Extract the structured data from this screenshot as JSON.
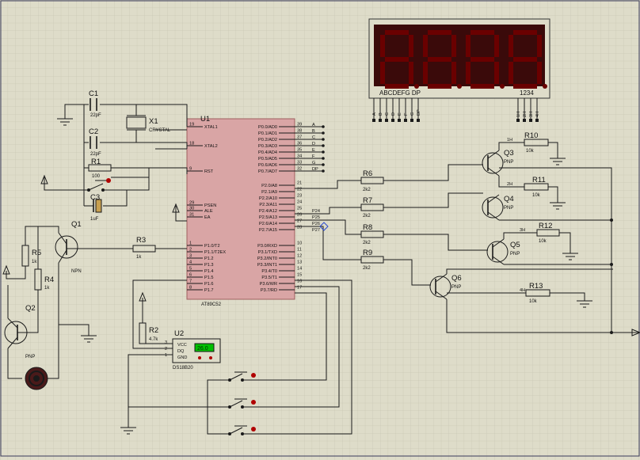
{
  "colors": {
    "background": "#dedcc9",
    "grid": "#c9c7b4",
    "ic_body": "#d9a5a5",
    "ic_border": "#a06060",
    "display_body": "#3a0a0a",
    "segment": "#5a0000",
    "wire": "#1a1a1a",
    "pin_dot": "#b00000",
    "lcd": "#00c000"
  },
  "mcu": {
    "ref": "U1",
    "part": "AT89C52",
    "left_pins": [
      {
        "num": "19",
        "name": "XTAL1"
      },
      {
        "num": "18",
        "name": "XTAL2"
      },
      {
        "num": "9",
        "name": "RST"
      },
      {
        "num": "29",
        "name": "PSEN"
      },
      {
        "num": "30",
        "name": "ALE"
      },
      {
        "num": "31",
        "name": "EA"
      },
      {
        "num": "1",
        "name": "P1.0/T2"
      },
      {
        "num": "2",
        "name": "P1.1/T2EX"
      },
      {
        "num": "3",
        "name": "P1.2"
      },
      {
        "num": "4",
        "name": "P1.3"
      },
      {
        "num": "5",
        "name": "P1.4"
      },
      {
        "num": "6",
        "name": "P1.5"
      },
      {
        "num": "7",
        "name": "P1.6"
      },
      {
        "num": "8",
        "name": "P1.7"
      }
    ],
    "right_pins": [
      {
        "num": "39",
        "name": "P0.0/AD0"
      },
      {
        "num": "38",
        "name": "P0.1/AD1"
      },
      {
        "num": "37",
        "name": "P0.2/AD2"
      },
      {
        "num": "36",
        "name": "P0.3/AD3"
      },
      {
        "num": "35",
        "name": "P0.4/AD4"
      },
      {
        "num": "34",
        "name": "P0.5/AD5"
      },
      {
        "num": "33",
        "name": "P0.6/AD6"
      },
      {
        "num": "32",
        "name": "P0.7/AD7"
      },
      {
        "num": "21",
        "name": "P2.0/A8"
      },
      {
        "num": "22",
        "name": "P2.1/A9"
      },
      {
        "num": "23",
        "name": "P2.2/A10"
      },
      {
        "num": "24",
        "name": "P2.3/A11"
      },
      {
        "num": "25",
        "name": "P2.4/A12"
      },
      {
        "num": "26",
        "name": "P2.5/A13"
      },
      {
        "num": "27",
        "name": "P2.6/A14"
      },
      {
        "num": "28",
        "name": "P2.7/A15"
      },
      {
        "num": "10",
        "name": "P3.0/RXD"
      },
      {
        "num": "11",
        "name": "P3.1/TXD"
      },
      {
        "num": "12",
        "name": "P3.2/INT0"
      },
      {
        "num": "13",
        "name": "P3.3/INT1"
      },
      {
        "num": "14",
        "name": "P3.4/T0"
      },
      {
        "num": "15",
        "name": "P3.5/T1"
      },
      {
        "num": "16",
        "name": "P3.6/WR"
      },
      {
        "num": "17",
        "name": "P3.7/RD"
      }
    ]
  },
  "bus_labels": [
    "A",
    "B",
    "C",
    "D",
    "E",
    "F",
    "G",
    "DP"
  ],
  "net_labels": {
    "p24": "P24",
    "p25": "P25",
    "p26": "P26",
    "p27": "P27",
    "h1": "1H",
    "h2": "2H",
    "h3": "3H",
    "h4": "4H"
  },
  "display": {
    "segments_label": "ABCDEFG DP",
    "digits_label": "1234",
    "pin_labels": [
      "A",
      "B",
      "C",
      "D",
      "E",
      "F",
      "G",
      "DP"
    ],
    "digit_pins": [
      "1H",
      "2H",
      "3H",
      "4H"
    ]
  },
  "components": {
    "c1": {
      "ref": "C1",
      "value": "22pF"
    },
    "c2": {
      "ref": "C2",
      "value": "22pF"
    },
    "c3": {
      "ref": "C3",
      "value": "1uF"
    },
    "x1": {
      "ref": "X1",
      "value": "CRYSTAL"
    },
    "r1": {
      "ref": "R1",
      "value": "100"
    },
    "r2": {
      "ref": "R2",
      "value": "4.7k"
    },
    "r3": {
      "ref": "R3",
      "value": "1k"
    },
    "r4": {
      "ref": "R4",
      "value": "1k"
    },
    "r5": {
      "ref": "R5",
      "value": "1k"
    },
    "r6": {
      "ref": "R6",
      "value": "2k2"
    },
    "r7": {
      "ref": "R7",
      "value": "2k2"
    },
    "r8": {
      "ref": "R8",
      "value": "2k2"
    },
    "r9": {
      "ref": "R9",
      "value": "2k2"
    },
    "r10": {
      "ref": "R10",
      "value": "10k"
    },
    "r11": {
      "ref": "R11",
      "value": "10k"
    },
    "r12": {
      "ref": "R12",
      "value": "10k"
    },
    "r13": {
      "ref": "R13",
      "value": "10k"
    },
    "q1": {
      "ref": "Q1",
      "type": "NPN"
    },
    "q2": {
      "ref": "Q2",
      "type": "PNP"
    },
    "q3": {
      "ref": "Q3",
      "type": "PNP"
    },
    "q4": {
      "ref": "Q4",
      "type": "PNP"
    },
    "q5": {
      "ref": "Q5",
      "type": "PNP"
    },
    "q6": {
      "ref": "Q6",
      "type": "PNP"
    },
    "u2": {
      "ref": "U2",
      "part": "DS18B20",
      "pins": [
        "VCC",
        "DQ",
        "GND"
      ],
      "pin_nums": [
        "3",
        "2",
        "1"
      ],
      "reading": "26.0"
    }
  }
}
